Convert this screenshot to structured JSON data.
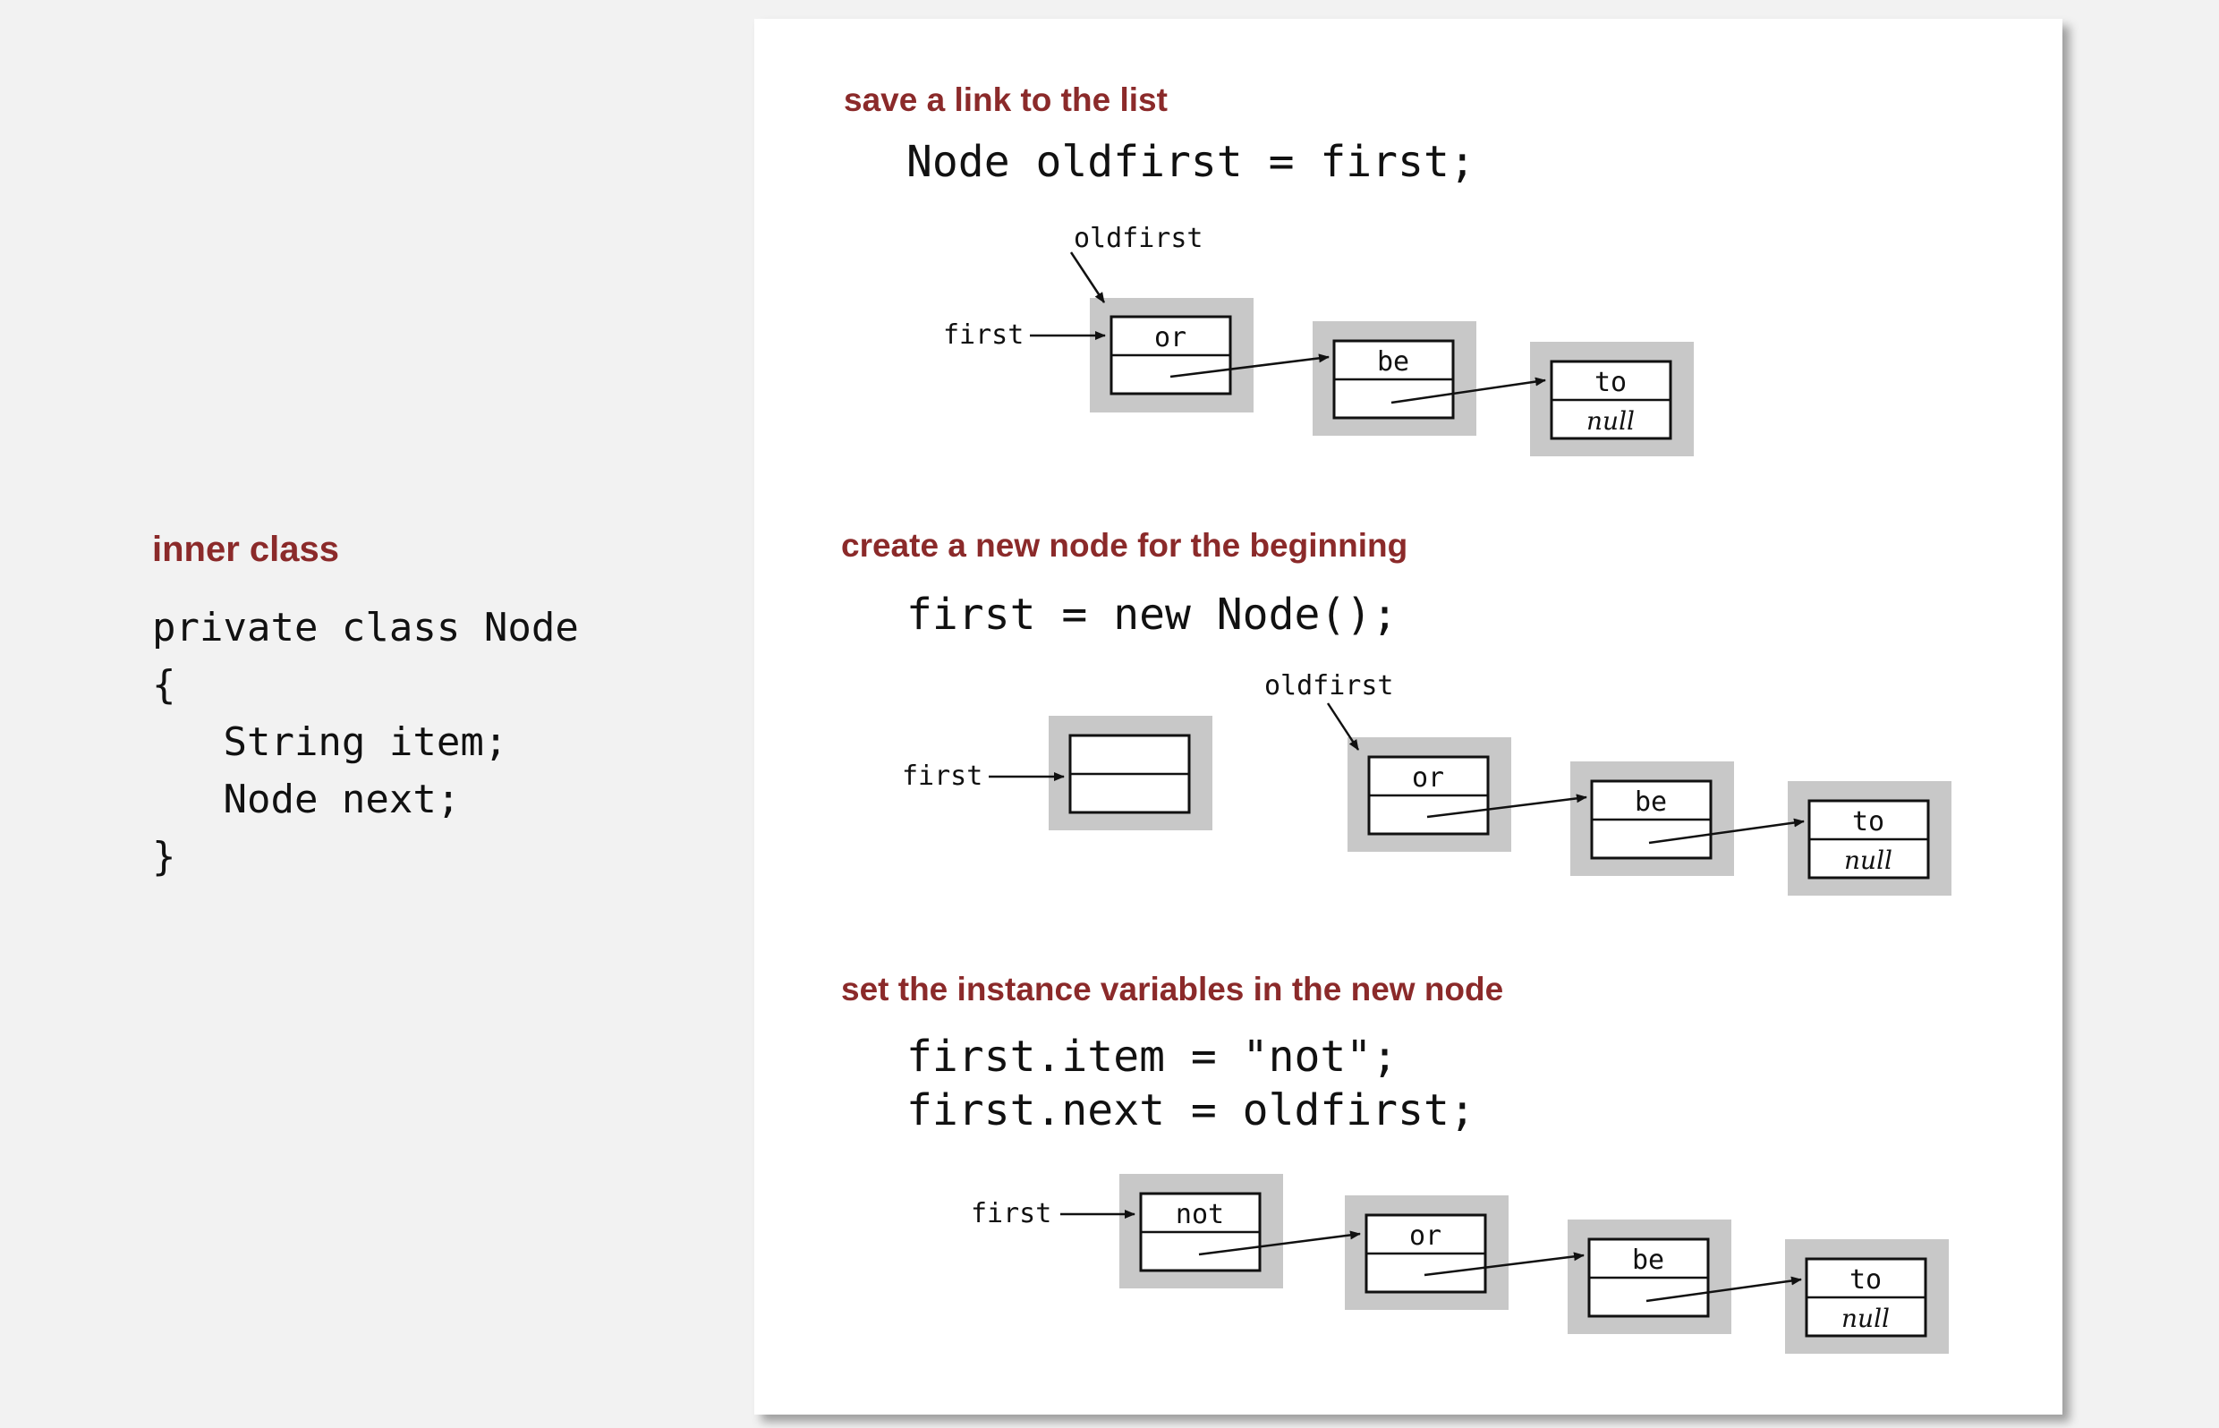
{
  "inner_class": {
    "heading": "inner class",
    "code": "private class Node\n{\n   String item;\n   Node next;\n}"
  },
  "steps": [
    {
      "heading": "save a link to the list",
      "code": "Node oldfirst = first;",
      "pointer_labels": [
        "first",
        "oldfirst"
      ],
      "nodes": [
        "or",
        "be",
        "to"
      ],
      "null_label": "null"
    },
    {
      "heading": "create a new node for the beginning",
      "code": "first = new Node();",
      "pointer_labels": [
        "first",
        "oldfirst"
      ],
      "nodes": [
        "",
        "or",
        "be",
        "to"
      ],
      "null_label": "null"
    },
    {
      "heading": "set the instance variables in the new node",
      "code": "first.item = \"not\";\nfirst.next = oldfirst;",
      "pointer_labels": [
        "first"
      ],
      "nodes": [
        "not",
        "or",
        "be",
        "to"
      ],
      "null_label": "null"
    }
  ],
  "colors": {
    "heading": "#8b2a2a",
    "node_shadow": "#c8c8c8",
    "background": "#f2f2f2",
    "card": "#ffffff"
  }
}
